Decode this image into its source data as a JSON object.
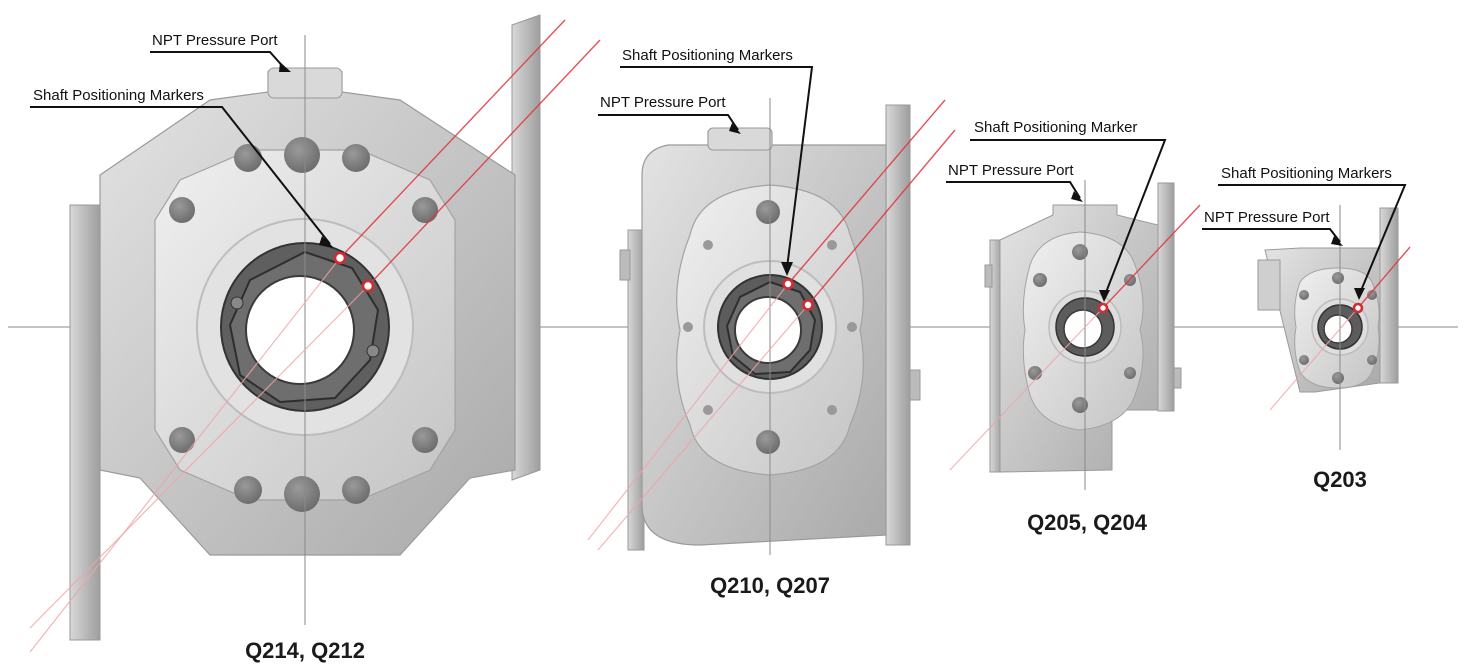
{
  "colors": {
    "marker": "#d62a30",
    "guide_line": "#e0353b",
    "axis": "#8a8a8a",
    "housing": "#c9c9c9"
  },
  "units": [
    {
      "caption": "Q214, Q212",
      "callouts": {
        "port": "NPT Pressure Port",
        "shaft": "Shaft Positioning Markers"
      }
    },
    {
      "caption": "Q210, Q207",
      "callouts": {
        "port": "NPT Pressure Port",
        "shaft": "Shaft Positioning Markers"
      }
    },
    {
      "caption": "Q205, Q204",
      "callouts": {
        "port": "NPT Pressure Port",
        "shaft": "Shaft Positioning Marker"
      }
    },
    {
      "caption": "Q203",
      "callouts": {
        "port": "NPT Pressure Port",
        "shaft": "Shaft Positioning Markers"
      }
    }
  ]
}
